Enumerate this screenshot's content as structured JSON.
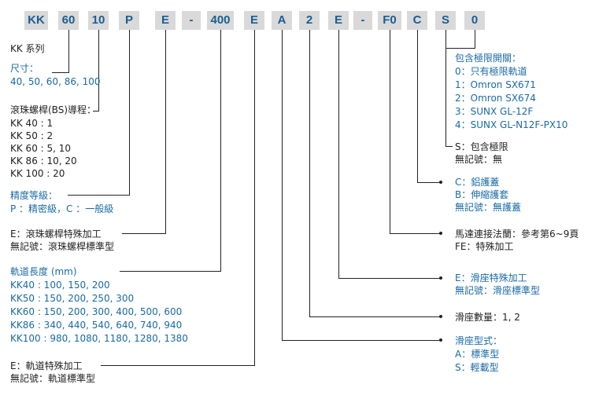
{
  "colors": {
    "box_bg": "#d9d9d9",
    "code_text": "#1a5e93",
    "label_blue": "#1a6aa6",
    "label_dark": "#222222"
  },
  "codes": [
    "KK",
    "60",
    "10",
    "P",
    "E",
    "-",
    "400",
    "E",
    "A",
    "2",
    "E",
    "-",
    "F0",
    "C",
    "S",
    "0"
  ],
  "left": {
    "series": "KK 系列",
    "size": {
      "title": "尺寸：",
      "values": "40, 50, 60, 86, 100"
    },
    "lead": {
      "title": "滾珠螺桿(BS)導程：",
      "rows": [
        "KK 40 : 1",
        "KK 50 : 2",
        "KK 60 :  5, 10",
        "KK 86 :  10, 20",
        "KK 100 :  20"
      ]
    },
    "accuracy": {
      "title": "精度等級：",
      "desc": "P ：精密級，C ：一般級"
    },
    "bs_special": {
      "line1": "E：滾珠螺桿特殊加工",
      "line2": "無記號：滾珠螺桿標準型"
    },
    "rail_length": {
      "title": "軌道長度 (mm)",
      "rows": [
        "KK40 : 100, 150, 200",
        "KK50 : 150, 200, 250, 300",
        "KK60 : 150, 200, 300,  400,  500, 600",
        "KK86 : 340, 440, 540, 640, 740, 940",
        "KK100 : 980, 1080, 1180, 1280, 1380"
      ]
    },
    "rail_special": {
      "line1": "E：軌道特殊加工",
      "line2": "無記號：軌道標準型"
    }
  },
  "right": {
    "limit_switch": {
      "title": "包含極限開關：",
      "rows": [
        "0：只有極限軌道",
        "1：Omron SX671",
        "2：Omron SX674",
        "3：SUNX GL-12F",
        "4：SUNX GL-N12F-PX10"
      ]
    },
    "limit": {
      "line1": "S：包含極限",
      "line2": "無記號：無"
    },
    "cover": {
      "line1": "C：鋁護蓋",
      "line2": "B：伸縮護套",
      "line3": "無記號：無護蓋"
    },
    "motor_flange": {
      "line1": "馬達連接法蘭：參考第6~9頁",
      "line2": "FE：特殊加工"
    },
    "slider_special": {
      "line1": "E：滑座特殊加工",
      "line2": "無記號：滑座標準型"
    },
    "slider_qty": "滑座數量：1, 2",
    "slider_type": {
      "title": "滑座型式：",
      "line1": "A：標準型",
      "line2": "S：輕載型"
    }
  }
}
